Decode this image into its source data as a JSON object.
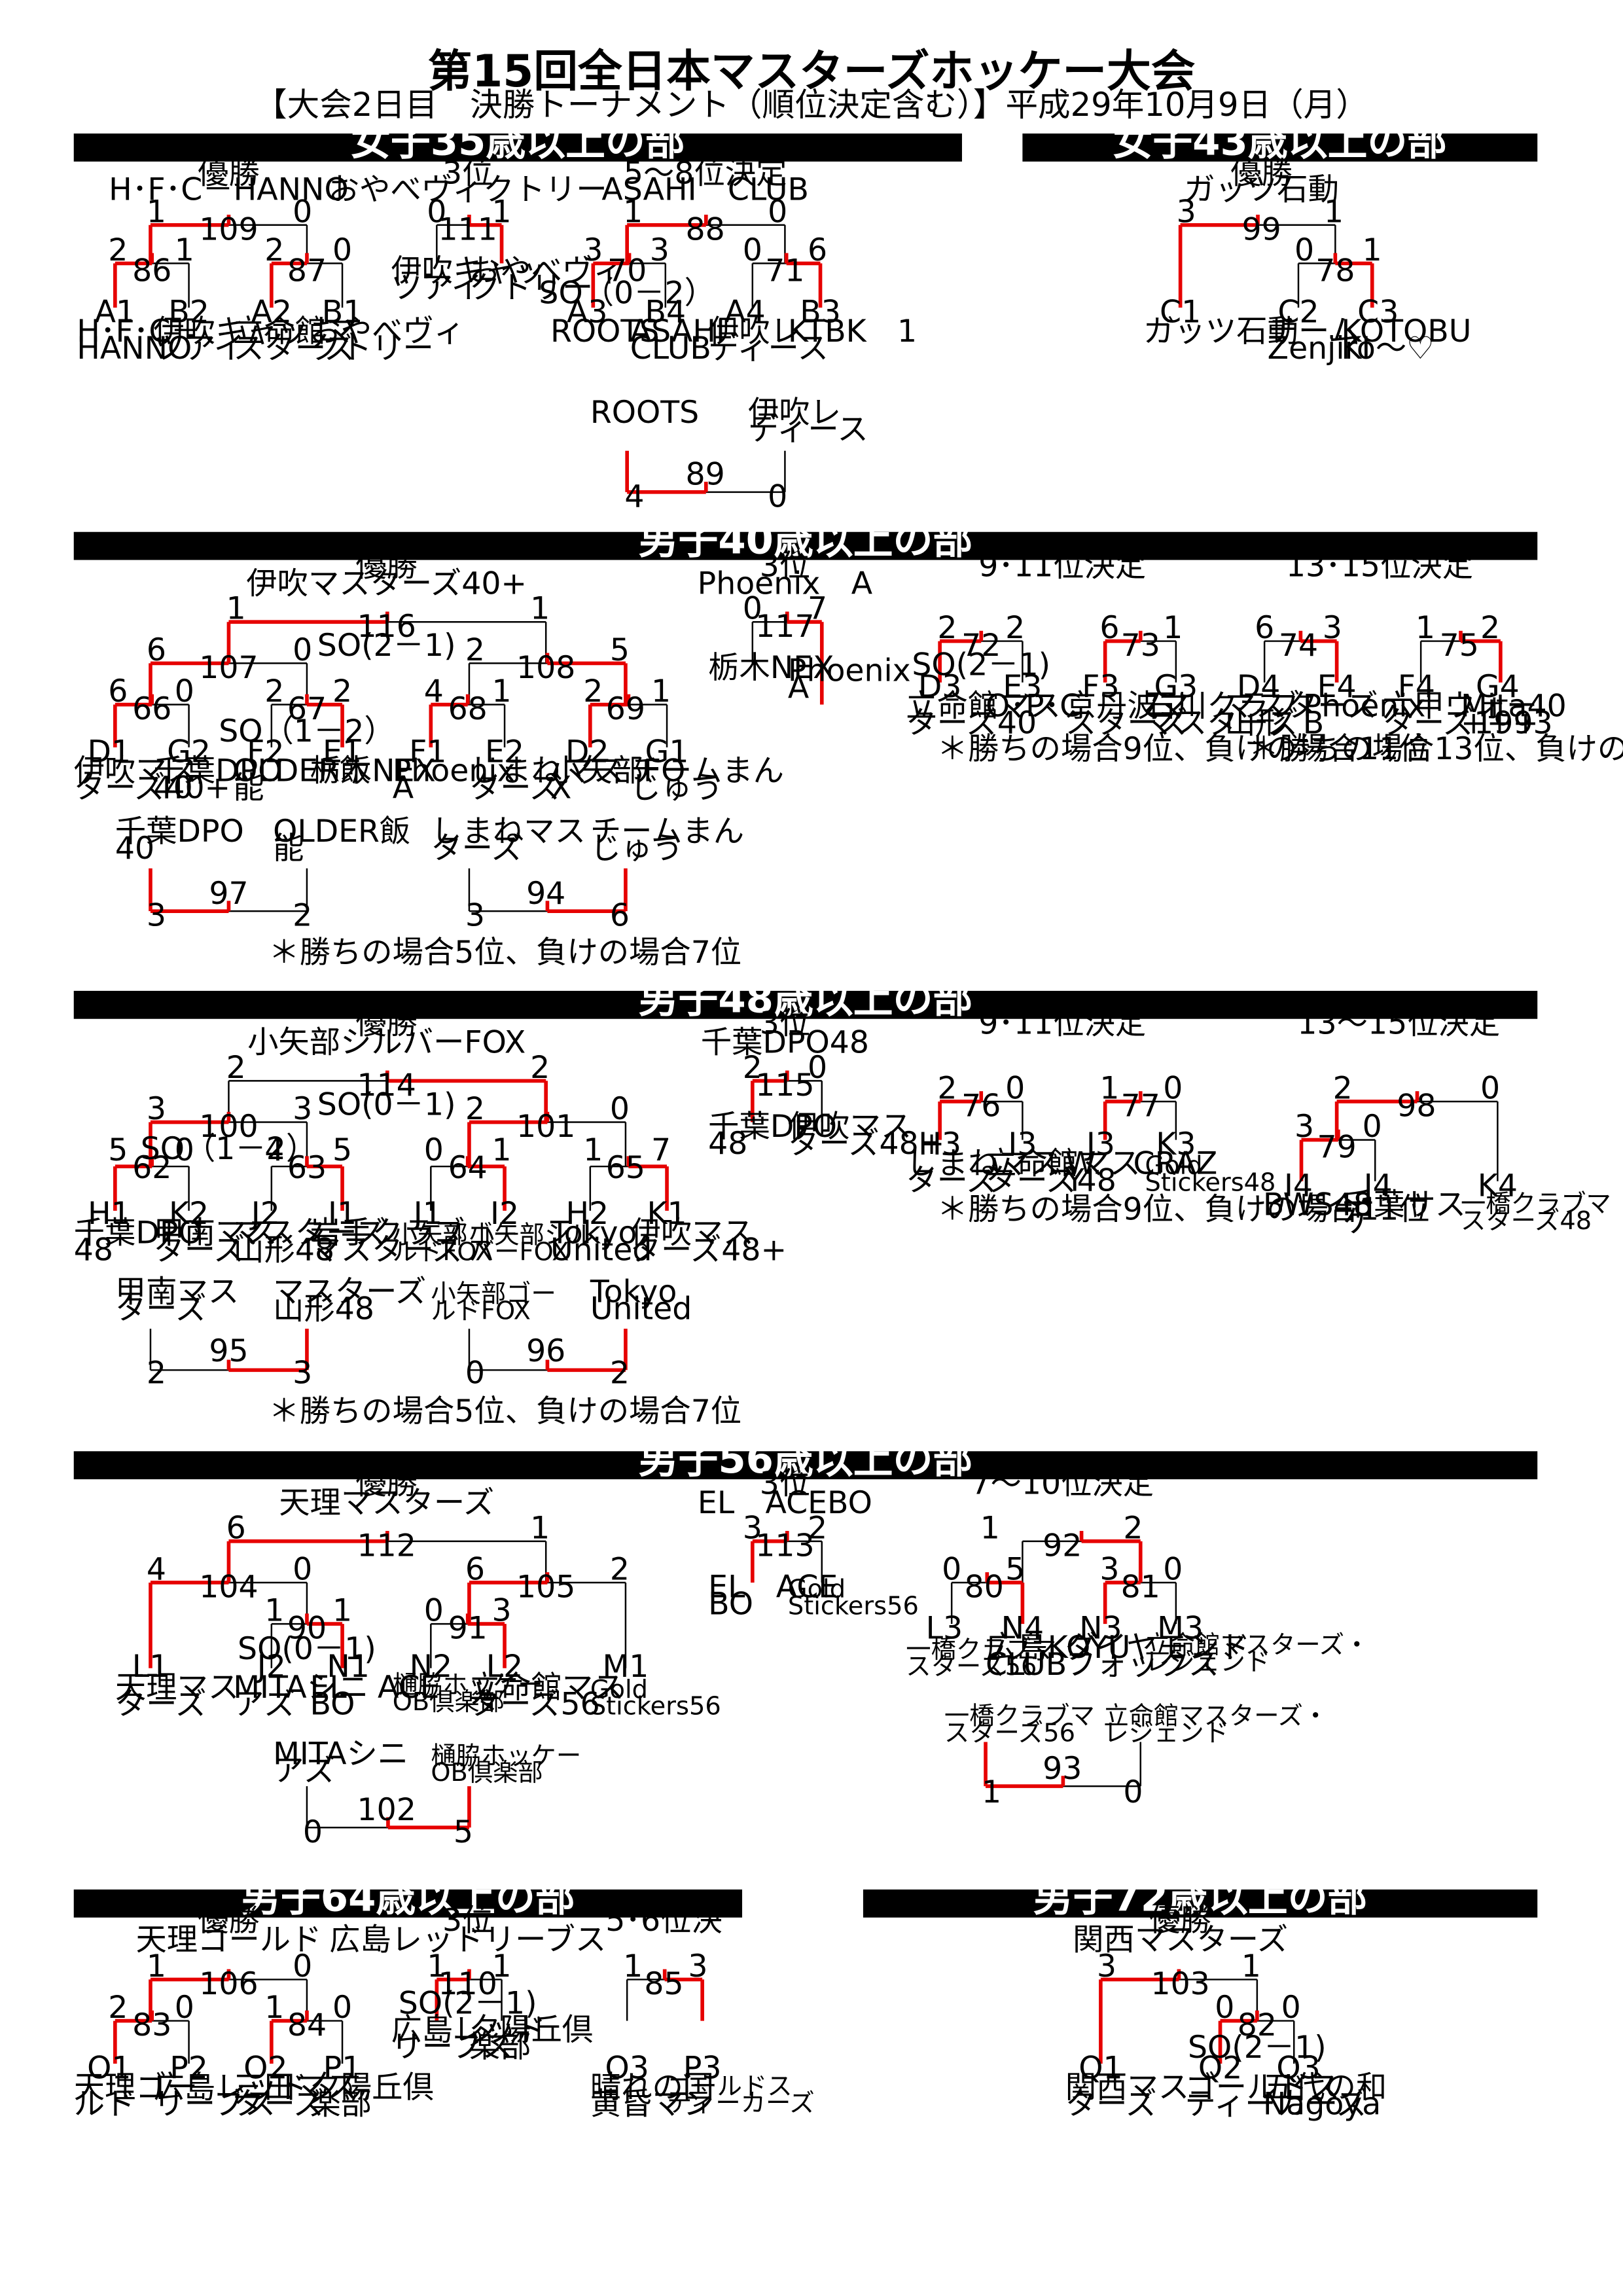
{
  "title": "第15回全日本マスターズホッケー大会",
  "subtitle": "【大会2日目　決勝トーナメント（順位決定含む）】平成29年10月9日（月）",
  "sections": [
    {
      "id": "w35",
      "header": "女子35歳以上の部",
      "captions": [
        "優勝",
        "H･F･C－HANNO",
        "3位",
        "おやべヴィクトリー",
        "5～8位決定",
        "ASAHI　CLUB"
      ],
      "scores": [
        "1",
        "0",
        "109",
        "2",
        "1",
        "86",
        "2",
        "0",
        "87",
        "0",
        "1",
        "111",
        "1",
        "0",
        "88",
        "3",
        "3",
        "70",
        "0",
        "6",
        "71",
        "4",
        "0",
        "89"
      ],
      "match_notes": [
        "SO（0－2）"
      ],
      "slots": [
        "A1",
        "B2",
        "A2",
        "B1",
        "A3",
        "B4",
        "A4",
        "B3"
      ],
      "teams": [
        "H･F･C－\nHANNO",
        "伊吹キャッ\nツアイ",
        "立命館マ\nスターズ",
        "おやべヴィ\nクトリー",
        "伊吹キャッ\nツアイ",
        "おやべヴィ\nクトリー",
        "ROOTS",
        "ASAHI\nCLUB",
        "伊吹レ\nディース",
        "KTBK　1",
        "ROOTS",
        "伊吹レ\nディース"
      ]
    },
    {
      "id": "w43",
      "header": "女子43歳以上の部",
      "captions": [
        "優勝",
        "ガッツ石動"
      ],
      "scores": [
        "3",
        "1",
        "99",
        "0",
        "1",
        "78"
      ],
      "slots": [
        "C1",
        "C2",
        "C3"
      ],
      "teams": [
        "ガッツ石動",
        "チーム\nZenjiro～♡",
        "KOTOBU\nKI"
      ]
    },
    {
      "id": "m40",
      "header": "男子40歳以上の部",
      "captions": [
        "優勝",
        "伊吹マスターズ40+",
        "3位",
        "Phoenix　A",
        "9･11位決定",
        "13･15位決定"
      ],
      "scores": [
        "1",
        "1",
        "116",
        "6",
        "0",
        "107",
        "2",
        "5",
        "108",
        "6",
        "0",
        "66",
        "2",
        "2",
        "67",
        "4",
        "1",
        "68",
        "2",
        "1",
        "69",
        "0",
        "7",
        "117",
        "2",
        "2",
        "72",
        "6",
        "1",
        "73",
        "6",
        "3",
        "74",
        "1",
        "2",
        "75",
        "3",
        "2",
        "97",
        "3",
        "6",
        "94"
      ],
      "match_notes": [
        "SO(2－1)",
        "SO（1－2）",
        "SO(2－1)"
      ],
      "slots": [
        "D1",
        "G2",
        "F2",
        "E1",
        "F1",
        "E2",
        "D2",
        "G1",
        "D3",
        "E3",
        "F3",
        "G3",
        "D4",
        "E4",
        "F4",
        "G4"
      ],
      "teams": [
        "伊吹マス\nターズ40+",
        "千葉DPO\n40",
        "OLDER飯\n能",
        "栃木NEX",
        "Phoenix\nA",
        "しまねマス\nターズ",
        "小矢部FO\nX",
        "チームまん\nじゅう",
        "栃木NEX",
        "Phoenix\nA",
        "立命館マス\nターズ40",
        "O･P･C",
        "京丹波マ\nスターズ",
        "石川クラブ\nマスターズ",
        "マスターズ\n山形",
        "Phoenix\nB",
        "六甲ウォー\nターズ1993",
        "Mita40\n+++",
        "千葉DPO\n40",
        "OLDER飯\n能",
        "しまねマス\nターズ",
        "チームまん\nじゅう"
      ],
      "notes": [
        "＊勝ちの場合9位、負けの場合11位",
        "＊勝ちの場合13位、負けの場合15位",
        "＊勝ちの場合5位、負けの場合7位"
      ]
    },
    {
      "id": "m48",
      "header": "男子48歳以上の部",
      "captions": [
        "優勝",
        "小矢部シルバーFOX",
        "3位",
        "千葉DPO48",
        "9･11位決定",
        "13～15位決定"
      ],
      "scores": [
        "2",
        "2",
        "114",
        "3",
        "3",
        "100",
        "2",
        "0",
        "101",
        "5",
        "0",
        "62",
        "4",
        "5",
        "63",
        "0",
        "1",
        "64",
        "1",
        "7",
        "65",
        "2",
        "0",
        "115",
        "2",
        "0",
        "76",
        "1",
        "0",
        "77",
        "2",
        "0",
        "98",
        "3",
        "0",
        "79",
        "2",
        "3",
        "95",
        "0",
        "2",
        "96"
      ],
      "match_notes": [
        "SO(0－1)",
        "SO（1－2）"
      ],
      "slots": [
        "H1",
        "K2",
        "J2",
        "I1",
        "J1",
        "I2",
        "H2",
        "K1",
        "H3",
        "I3",
        "J3",
        "K3",
        "I4",
        "J4",
        "K4"
      ],
      "teams": [
        "千葉DPO\n48",
        "甲南マス\nターズ",
        "マスターズ\n山形48",
        "岩手クラブ\nマスターズ",
        "小矢部ゴー\nルドFOX",
        "小矢部シル\nバーFOX",
        "Tokyo\nUnited",
        "伊吹マス\nターズ48+",
        "千葉DPO\n48",
        "伊吹マス\nターズ48+",
        "しまねマス\nターズ",
        "立命館マス\nターズ48",
        "W.　CRAZ\nY",
        "Gold\nStickers48",
        "BWS48",
        "千葉サス\nケ",
        "一橋クラブマ\nスターズ48",
        "甲南マス\nターズ",
        "マスターズ\n山形48",
        "小矢部ゴー\nルドFOX",
        "Tokyo\nUnited"
      ],
      "notes": [
        "＊勝ちの場合9位、負けの場合11位",
        "＊勝ちの場合5位、負けの場合7位"
      ]
    },
    {
      "id": "m56",
      "header": "男子56歳以上の部",
      "captions": [
        "優勝",
        "天理マスターズ",
        "3位",
        "EL　ACEBO",
        "7～10位決定"
      ],
      "scores": [
        "6",
        "1",
        "112",
        "4",
        "0",
        "104",
        "6",
        "2",
        "105",
        "1",
        "1",
        "90",
        "0",
        "3",
        "91",
        "3",
        "2",
        "113",
        "1",
        "2",
        "92",
        "0",
        "5",
        "80",
        "3",
        "0",
        "81",
        "0",
        "5",
        "102",
        "1",
        "0",
        "93"
      ],
      "match_notes": [
        "SO(0－1)"
      ],
      "slots": [
        "L1",
        "J2",
        "N1",
        "N2",
        "L2",
        "M1",
        "L3",
        "N4",
        "N3",
        "M3"
      ],
      "teams": [
        "天理マス\nターズ",
        "MITAシニ\nアズ",
        "EL　ACE\nBO",
        "樋脇ホッケー\nOB倶楽部",
        "立命館マス\nターズ56",
        "Gold\nStickers56",
        "EL　ACE\nBO",
        "Gold\nStickers56",
        "一橋クラブマ\nスターズ56",
        "広島KOYU\nCLUB",
        "ダイヤモンド\nフォックス",
        "立命館マスターズ・\nレジェンド",
        "MITAシニ\nアズ",
        "樋脇ホッケー\nOB倶楽部",
        "一橋クラブマ\nスターズ56",
        "立命館マスターズ・\nレジェンド"
      ]
    },
    {
      "id": "m64",
      "header": "男子64歳以上の部",
      "captions": [
        "優勝",
        "天理ゴールド",
        "3位",
        "広島レッドリーブス",
        "5･6位決"
      ],
      "scores": [
        "1",
        "0",
        "106",
        "2",
        "0",
        "83",
        "1",
        "0",
        "84",
        "1",
        "1",
        "110",
        "1",
        "3",
        "85"
      ],
      "match_notes": [
        "SO(2－1)"
      ],
      "slots": [
        "O1",
        "P2",
        "O2",
        "P1",
        "O3",
        "P3"
      ],
      "teams": [
        "天理ゴー\nルド",
        "広島レッド\nリーブス",
        "三田マス\nターズ",
        "夕陽丘倶\n楽部",
        "広島レッド\nリーブス",
        "夕陽丘倶\n楽部",
        "晴れの国\n黄昏マン",
        "ゴールドス\nティーカーズ"
      ]
    },
    {
      "id": "m72",
      "header": "男子72歳以上の部",
      "captions": [
        "優勝",
        "関西マスターズ"
      ],
      "scores": [
        "3",
        "1",
        "103",
        "0",
        "0",
        "82"
      ],
      "match_notes": [
        "SO(2－1)"
      ],
      "slots": [
        "Q1",
        "Q2",
        "Q3"
      ],
      "teams": [
        "関西マス\nターズ",
        "ゴールドス\nティーカーズ",
        "五代の和\nNagoya"
      ]
    }
  ],
  "colors": {
    "header_bg": "#000000",
    "header_text": "#ffffff",
    "line": "#000000",
    "winner_line": "#e60000"
  }
}
